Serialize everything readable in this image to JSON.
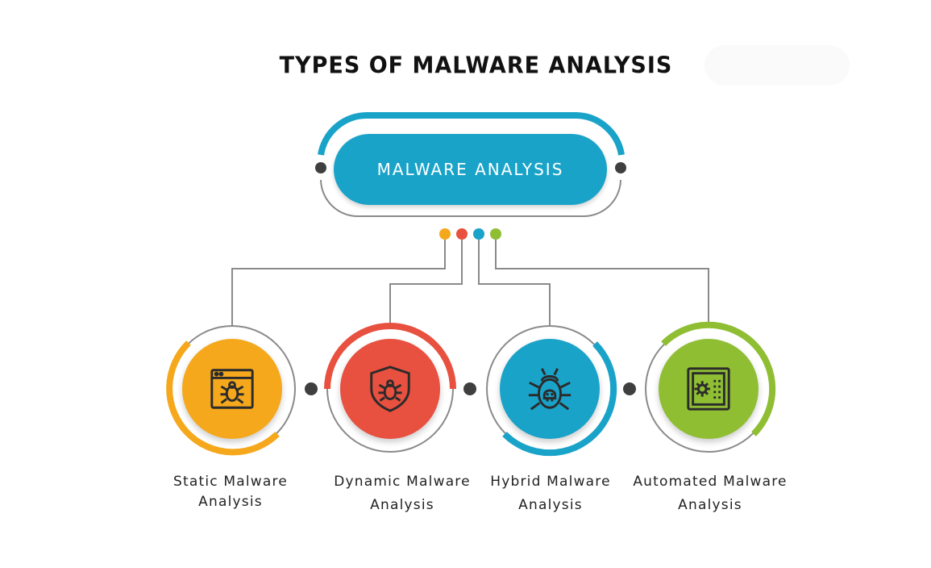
{
  "title": "TYPES OF MALWARE ANALYSIS",
  "root": {
    "label": "MALWARE ANALYSIS",
    "color": "#1aa3c9"
  },
  "colors": {
    "connector": "#8a8a8a",
    "node_dot": "#3f3f3f"
  },
  "types": [
    {
      "line1": "Static Malware",
      "line2": "Analysis",
      "color": "#f5a81c",
      "icon": "browser-bug-icon"
    },
    {
      "line1": "Dynamic Malware",
      "line2": "Analysis",
      "color": "#e8503f",
      "icon": "shield-bug-icon"
    },
    {
      "line1": "Hybrid Malware",
      "line2": "Analysis",
      "color": "#1aa3c9",
      "icon": "bug-skull-icon"
    },
    {
      "line1": "Automated Malware",
      "line2": "Analysis",
      "color": "#8fbe33",
      "icon": "safe-gear-icon"
    }
  ]
}
